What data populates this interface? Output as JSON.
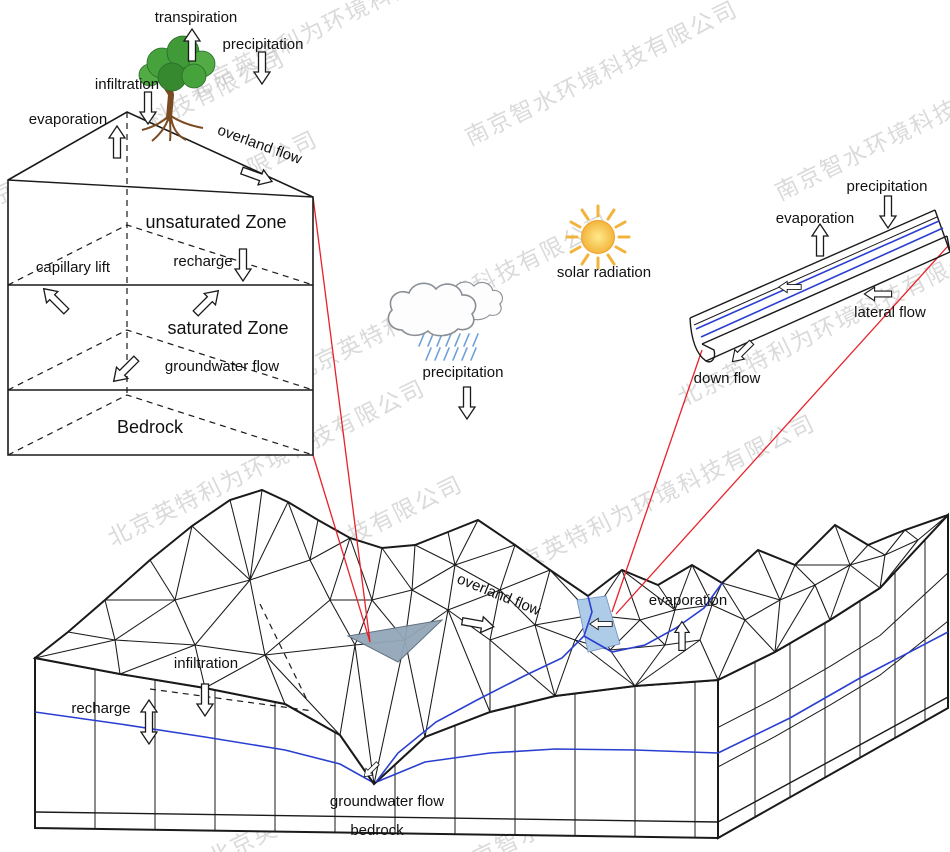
{
  "column": {
    "transpiration": "transpiration",
    "precipitation": "precipitation",
    "infiltration": "infiltration",
    "evaporation": "evaporation",
    "overland_flow": "overland flow",
    "unsaturated_zone": "unsaturated Zone",
    "recharge": "recharge",
    "capillary_lift": "capillary lift",
    "saturated_zone": "saturated Zone",
    "groundwater_flow": "groundwater flow",
    "bedrock": "Bedrock"
  },
  "atmosphere": {
    "precipitation": "precipitation",
    "solar_radiation": "solar radiation"
  },
  "channel": {
    "precipitation": "precipitation",
    "evaporation": "evaporation",
    "lateral_flow": "lateral flow",
    "down_flow": "down flow"
  },
  "terrain": {
    "overland_flow": "overland flow",
    "evaporation": "evaporation",
    "infiltration": "infiltration",
    "recharge": "recharge",
    "groundwater_flow": "groundwater flow",
    "bedrock": "bedrock"
  },
  "watermarks": {
    "beijing": "北京英特利为环境科技有限公司",
    "nanjing": "南京智水环境科技有限公司"
  },
  "colors": {
    "red_link": "#e8212a",
    "water_blue": "#2a3fd0",
    "river_highlight": "#aecbe8",
    "element_fill": "#93a7ba",
    "sun_yellow": "#f6c62f",
    "rain_blue": "#6f9fd8",
    "watermark_gray": "#bdbdbd"
  }
}
